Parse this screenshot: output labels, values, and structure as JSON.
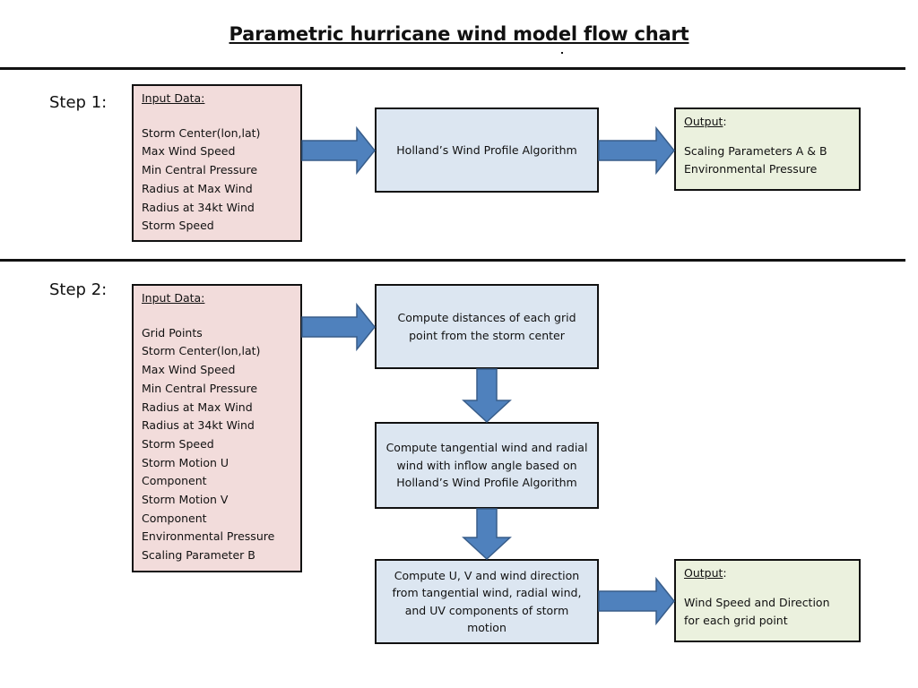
{
  "title": "Parametric hurricane wind model flow chart",
  "step1": {
    "label": "Step 1:",
    "input": {
      "heading": "Input Data:",
      "items": [
        "Storm Center(lon,lat)",
        "Max Wind Speed",
        "Min Central Pressure",
        "Radius at Max Wind",
        "Radius at 34kt Wind",
        "Storm Speed"
      ]
    },
    "process": "Holland’s Wind Profile Algorithm",
    "output": {
      "heading": "Output",
      "items": [
        "Scaling Parameters A & B",
        "Environmental Pressure"
      ]
    }
  },
  "step2": {
    "label": "Step 2:",
    "input": {
      "heading": "Input Data:",
      "items": [
        "Grid Points",
        "Storm Center(lon,lat)",
        "Max Wind Speed",
        "Min Central Pressure",
        "Radius at Max Wind",
        "Radius at 34kt Wind",
        "Storm Speed",
        "Storm Motion U",
        "Component",
        "Storm Motion V",
        "Component",
        "Environmental Pressure",
        "Scaling Parameter B"
      ]
    },
    "process1": "Compute distances of each grid point from the storm center",
    "process2": "Compute tangential wind and radial wind with inflow angle based on Holland’s Wind Profile Algorithm",
    "process3": "Compute U, V and wind direction from tangential wind, radial wind, and UV components of storm motion",
    "output": {
      "heading": "Output",
      "items": [
        "Wind Speed  and Direction",
        "for each grid point"
      ]
    }
  },
  "colors": {
    "input_fill": "#f2dcdb",
    "process_fill": "#dce6f1",
    "output_fill": "#ebf1de",
    "arrow_fill": "#4f81bd",
    "arrow_stroke": "#385d8a"
  }
}
